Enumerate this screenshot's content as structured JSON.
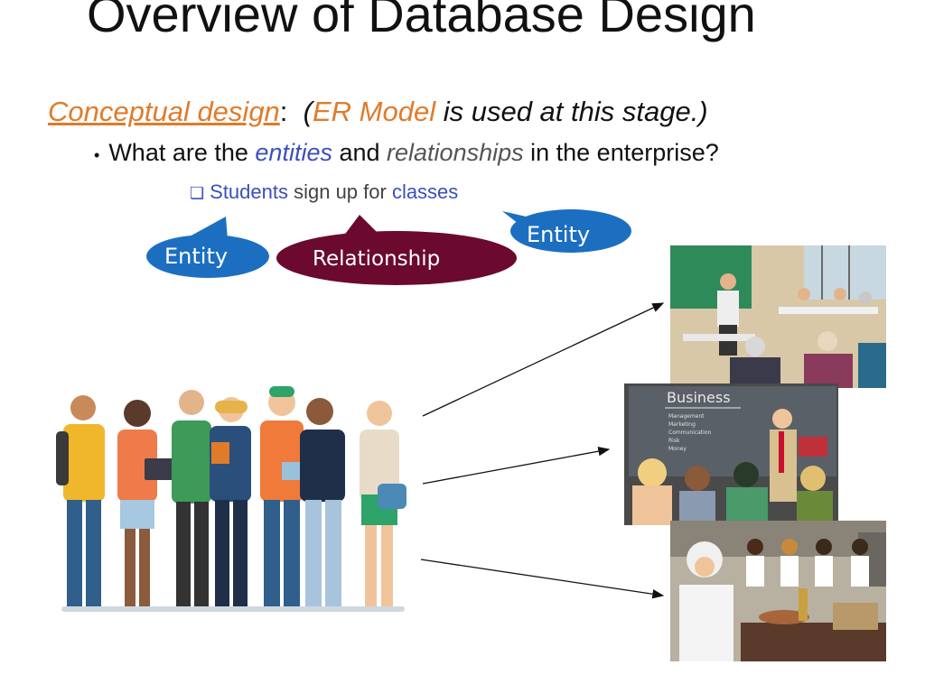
{
  "slide": {
    "title": "Overview of Database Design",
    "conceptual": {
      "label": "Conceptual design",
      "colon": ":",
      "paren_open": "(",
      "er_model": "ER Model",
      "rest": " is used at this stage.)"
    },
    "bullet": {
      "marker": "•",
      "pre": "What are the ",
      "entities": "entities",
      "and": " and ",
      "relationships": "relationships",
      "post": " in the enterprise?"
    },
    "sub_bullet": {
      "marker": "❑",
      "students": "Students",
      "middle": " sign up for ",
      "classes": "classes"
    },
    "callouts": {
      "entity_left": "Entity",
      "relationship": "Relationship",
      "entity_right": "Entity"
    },
    "board": {
      "heading": "Business",
      "items": [
        "Management",
        "Marketing",
        "Communication",
        "Risk",
        "Money"
      ]
    }
  },
  "colors": {
    "orange": "#e07b2a",
    "entity_blue": "#1c6fc0",
    "relationship_maroon": "#6b0a2e",
    "text_blue": "#3a4fbf"
  }
}
